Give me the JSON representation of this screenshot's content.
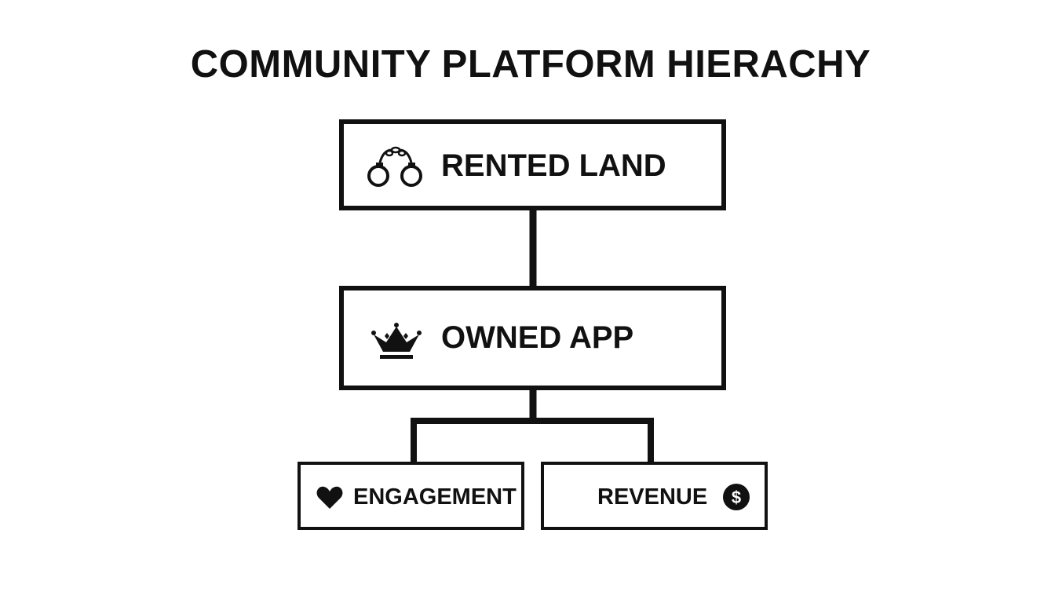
{
  "title": "COMMUNITY PLATFORM HIERACHY",
  "nodes": {
    "rented": {
      "label": "RENTED LAND",
      "icon": "handcuffs-icon"
    },
    "owned": {
      "label": "OWNED APP",
      "icon": "crown-icon"
    },
    "engagement": {
      "label": "ENGAGEMENT",
      "icon": "heart-icon"
    },
    "revenue": {
      "label": "REVENUE",
      "icon": "dollar-coin-icon"
    }
  },
  "edges": [
    {
      "from": "RENTED LAND",
      "to": "OWNED APP"
    },
    {
      "from": "OWNED APP",
      "to": "ENGAGEMENT"
    },
    {
      "from": "OWNED APP",
      "to": "REVENUE"
    }
  ],
  "colors": {
    "stroke": "#111111",
    "background": "#ffffff"
  }
}
